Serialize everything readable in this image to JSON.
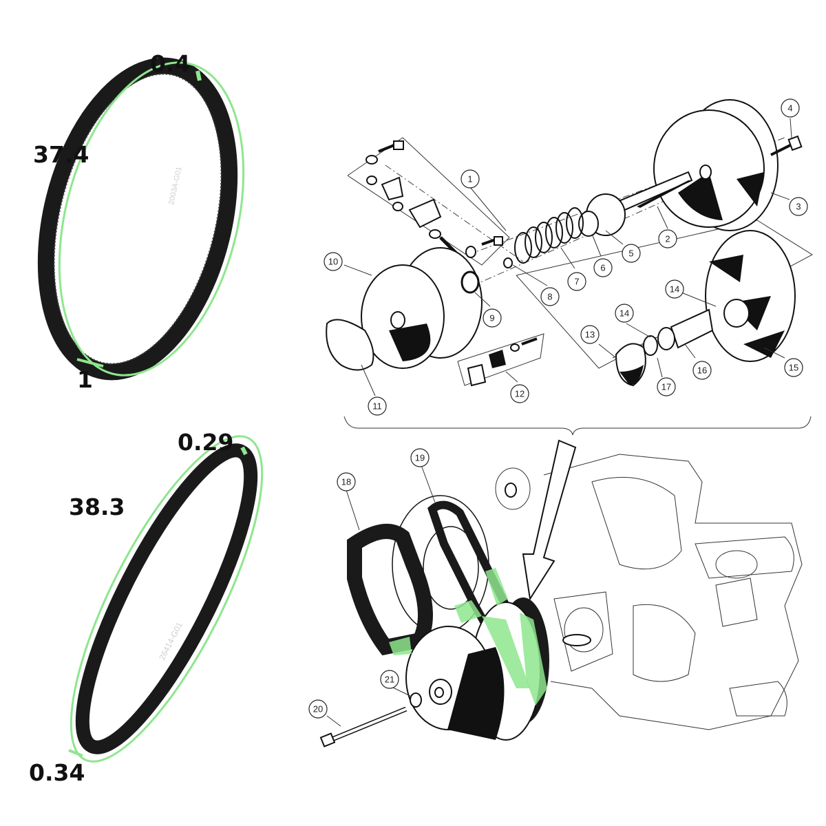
{
  "measurements": {
    "belt_top_a": "0.4",
    "belt_top_b": "37.4",
    "belt_top_c": "1",
    "belt_bottom_a": "0.29",
    "belt_bottom_b": "38.3",
    "belt_bottom_c": "0.34"
  },
  "belt_labels": {
    "top": "2003A-G01",
    "bottom": "26414-G01"
  },
  "callouts": [
    "1",
    "2",
    "3",
    "4",
    "5",
    "6",
    "7",
    "8",
    "9",
    "10",
    "11",
    "12",
    "13",
    "14",
    "14",
    "15",
    "16",
    "17",
    "18",
    "19",
    "20",
    "21"
  ],
  "colors": {
    "highlight": "#8ee68e",
    "belt": "#1a1a1a",
    "line": "#111111"
  }
}
